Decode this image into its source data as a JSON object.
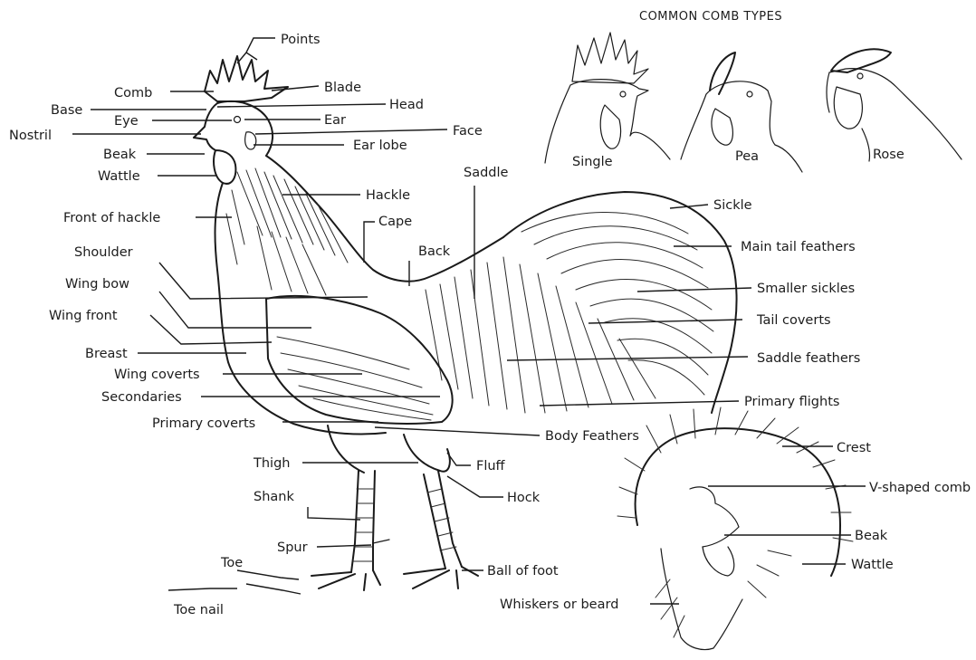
{
  "comb_types": {
    "title": "COMMON COMB TYPES",
    "single": "Single",
    "pea": "Pea",
    "rose": "Rose"
  },
  "rooster_labels": {
    "points": "Points",
    "comb": "Comb",
    "blade": "Blade",
    "base": "Base",
    "head": "Head",
    "eye": "Eye",
    "ear": "Ear",
    "nostril": "Nostril",
    "face": "Face",
    "beak": "Beak",
    "ear_lobe": "Ear lobe",
    "wattle": "Wattle",
    "saddle": "Saddle",
    "hackle": "Hackle",
    "front_of_hackle": "Front of hackle",
    "cape": "Cape",
    "sickle": "Sickle",
    "back": "Back",
    "main_tail_feathers": "Main tail feathers",
    "shoulder": "Shoulder",
    "wing_bow": "Wing bow",
    "smaller_sickles": "Smaller sickles",
    "wing_front": "Wing front",
    "tail_coverts": "Tail coverts",
    "breast": "Breast",
    "saddle_feathers": "Saddle feathers",
    "wing_coverts": "Wing coverts",
    "secondaries": "Secondaries",
    "primary_flights": "Primary flights",
    "primary_coverts": "Primary coverts",
    "body_feathers": "Body Feathers",
    "thigh": "Thigh",
    "fluff": "Fluff",
    "shank": "Shank",
    "hock": "Hock",
    "spur": "Spur",
    "toe": "Toe",
    "ball_of_foot": "Ball of foot",
    "toe_nail": "Toe nail"
  },
  "crested_head_labels": {
    "crest": "Crest",
    "v_shaped_comb": "V-shaped comb",
    "beak": "Beak",
    "wattle": "Wattle",
    "whiskers_or_beard": "Whiskers or beard"
  },
  "colors": {
    "ink": "#1a1a1a",
    "background": "#ffffff"
  }
}
